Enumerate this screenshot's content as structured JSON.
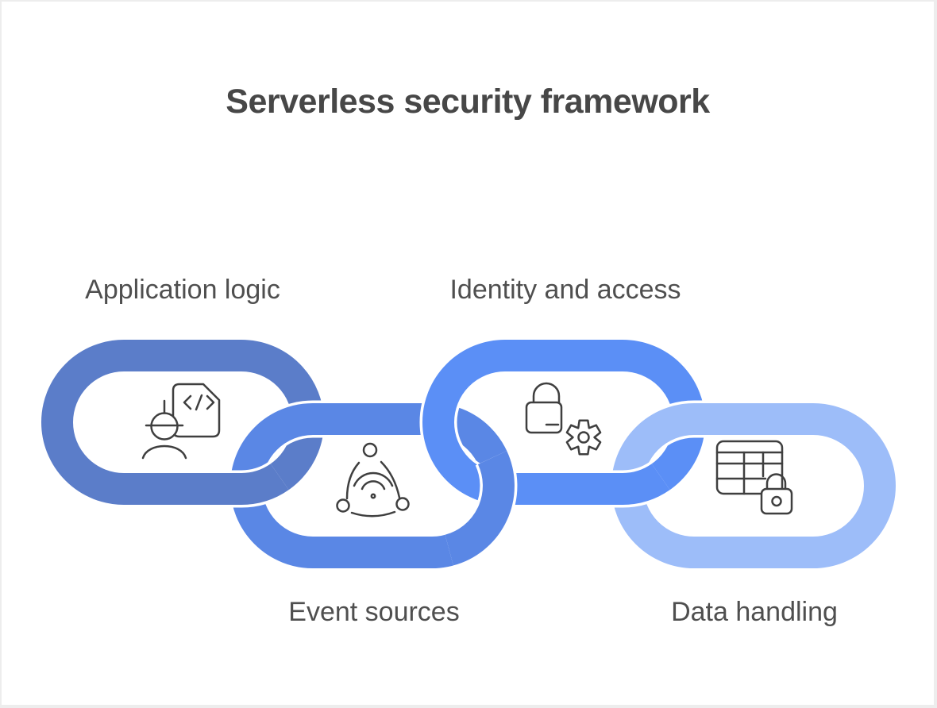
{
  "title": "Serverless security framework",
  "links": [
    {
      "id": "application-logic",
      "label": "Application logic",
      "icon": "engineer-code-icon",
      "row": "top",
      "order": 1
    },
    {
      "id": "event-sources",
      "label": "Event sources",
      "icon": "event-broadcast-icon",
      "row": "bottom",
      "order": 2
    },
    {
      "id": "identity-access",
      "label": "Identity and access",
      "icon": "lock-gear-icon",
      "row": "top",
      "order": 3
    },
    {
      "id": "data-handling",
      "label": "Data handling",
      "icon": "table-lock-icon",
      "row": "bottom",
      "order": 4
    }
  ],
  "colors": {
    "link_application_logic": "#5b7dc9",
    "link_event_sources": "#5a87e5",
    "link_identity_access": "#5b8ff6",
    "link_data_handling": "#9dbdf9",
    "icon_stroke": "#3f3f3f",
    "title_text": "#474747",
    "label_text": "#4f4f4f",
    "canvas_background": "#ffffff",
    "page_edge": "#ededed"
  }
}
